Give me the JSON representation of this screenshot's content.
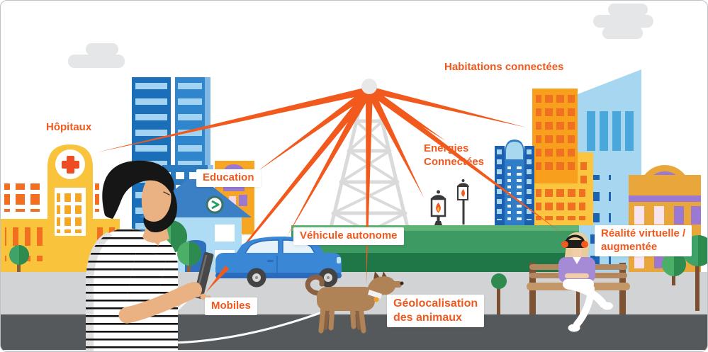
{
  "illustration": {
    "theme": "smart-city connected services radiating from a telecom antenna",
    "labels": {
      "hopitaux": {
        "text": "Hôpitaux"
      },
      "habitations": {
        "text": "Habitations connectées"
      },
      "education": {
        "text": "Education"
      },
      "energies": {
        "line1": "Energies",
        "line2": "Connectées"
      },
      "vehicule": {
        "text": "Véhicule autonome"
      },
      "mobiles": {
        "text": "Mobiles"
      },
      "geolocalisation": {
        "line1": "Géolocalisation",
        "line2": "des animaux"
      },
      "realite": {
        "line1": "Réalité virtuelle /",
        "line2": "augmentée"
      }
    },
    "icons": {
      "antenna": "cell-tower-icon",
      "rays": "signal-ray-icon",
      "clouds": "cloud-icon",
      "lamps": "street-lamp-icon",
      "hospital_cross": "medical-cross-icon",
      "school_clock": "clock-icon",
      "vr_headset": "vr-headset-icon"
    },
    "colors": {
      "accent_orange": "#F1591D",
      "grass_light": "#5FB475",
      "grass_mid": "#3E9A63",
      "grass_dark": "#1F7747",
      "sidewalk_gray": "#D2D3D5",
      "road_gray": "#56595B",
      "tower_gray": "#DADADA",
      "cloud_gray": "#E4E6E8",
      "building_blue_dark": "#1A6FB8",
      "building_blue_light": "#A7D7F0",
      "building_orange": "#F89F1D",
      "building_yellow": "#F9C33C",
      "dome_purple": "#9B79D2"
    }
  }
}
